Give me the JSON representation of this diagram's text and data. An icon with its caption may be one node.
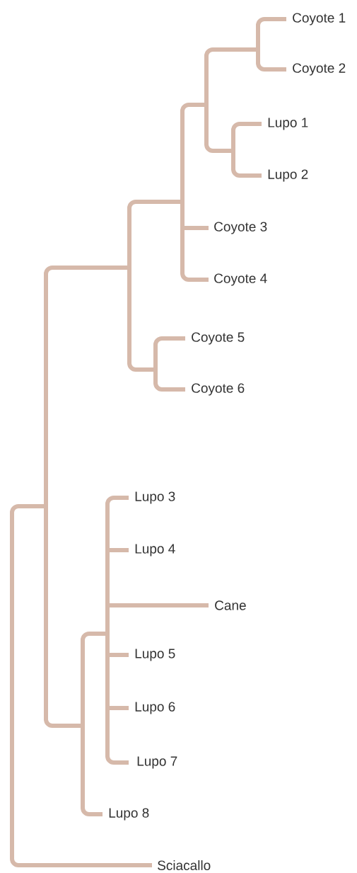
{
  "diagram": {
    "labels": [
      "Coyote 1",
      "Coyote 2",
      "Lupo 1",
      "Lupo 2",
      "Coyote 3",
      "Coyote 4",
      "Coyote 5",
      "Coyote 6",
      "Lupo 3",
      "Lupo 4",
      "Cane",
      "Lupo 5",
      "Lupo 6",
      "Lupo 7",
      "Lupo 8",
      "Sciacallo"
    ]
  }
}
